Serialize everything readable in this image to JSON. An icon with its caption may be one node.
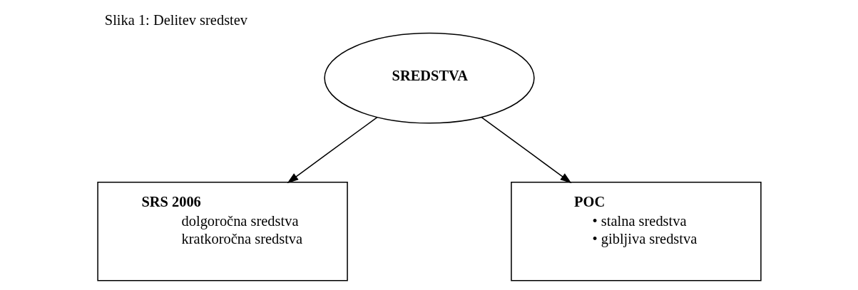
{
  "diagram": {
    "title": "Slika 1: Delitev sredstev",
    "nodes": [
      {
        "text": [
          "SREDSTVA"
        ]
      },
      {
        "text": [
          "SRS 2006",
          "dolgoročna sredstva",
          "kratkoročna sredstva"
        ]
      },
      {
        "text": [
          "POC",
          "• stalna sredstva",
          "• gibljiva sredstva"
        ]
      }
    ],
    "edges": [
      {
        "from": 0,
        "to": 1,
        "arrow": "to"
      },
      {
        "from": 0,
        "to": 2,
        "arrow": "to"
      }
    ]
  }
}
